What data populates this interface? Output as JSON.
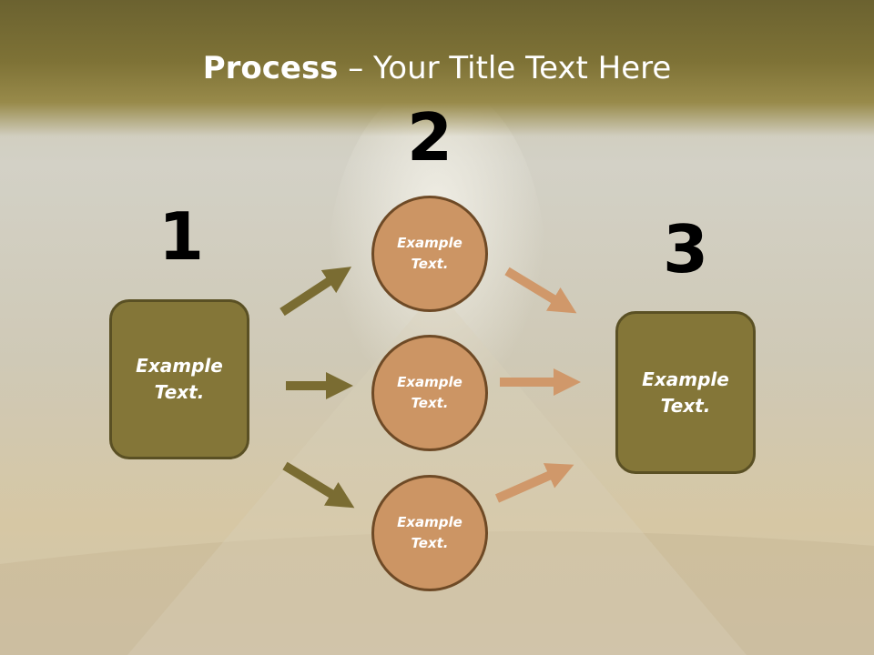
{
  "slide": {
    "title_bold": "Process",
    "title_rest": " – Your Title Text Here"
  },
  "steps": {
    "one": "1",
    "two": "2",
    "three": "3"
  },
  "nodes": {
    "left_box": "Example Text.",
    "circle_top": "Example Text.",
    "circle_middle": "Example Text.",
    "circle_bottom": "Example Text.",
    "right_box": "Example Text."
  },
  "colors": {
    "box_fill": "#847638",
    "circle_fill": "#cc9564",
    "dark_arrow": "#7a6c32",
    "light_arrow": "#d0986a"
  }
}
